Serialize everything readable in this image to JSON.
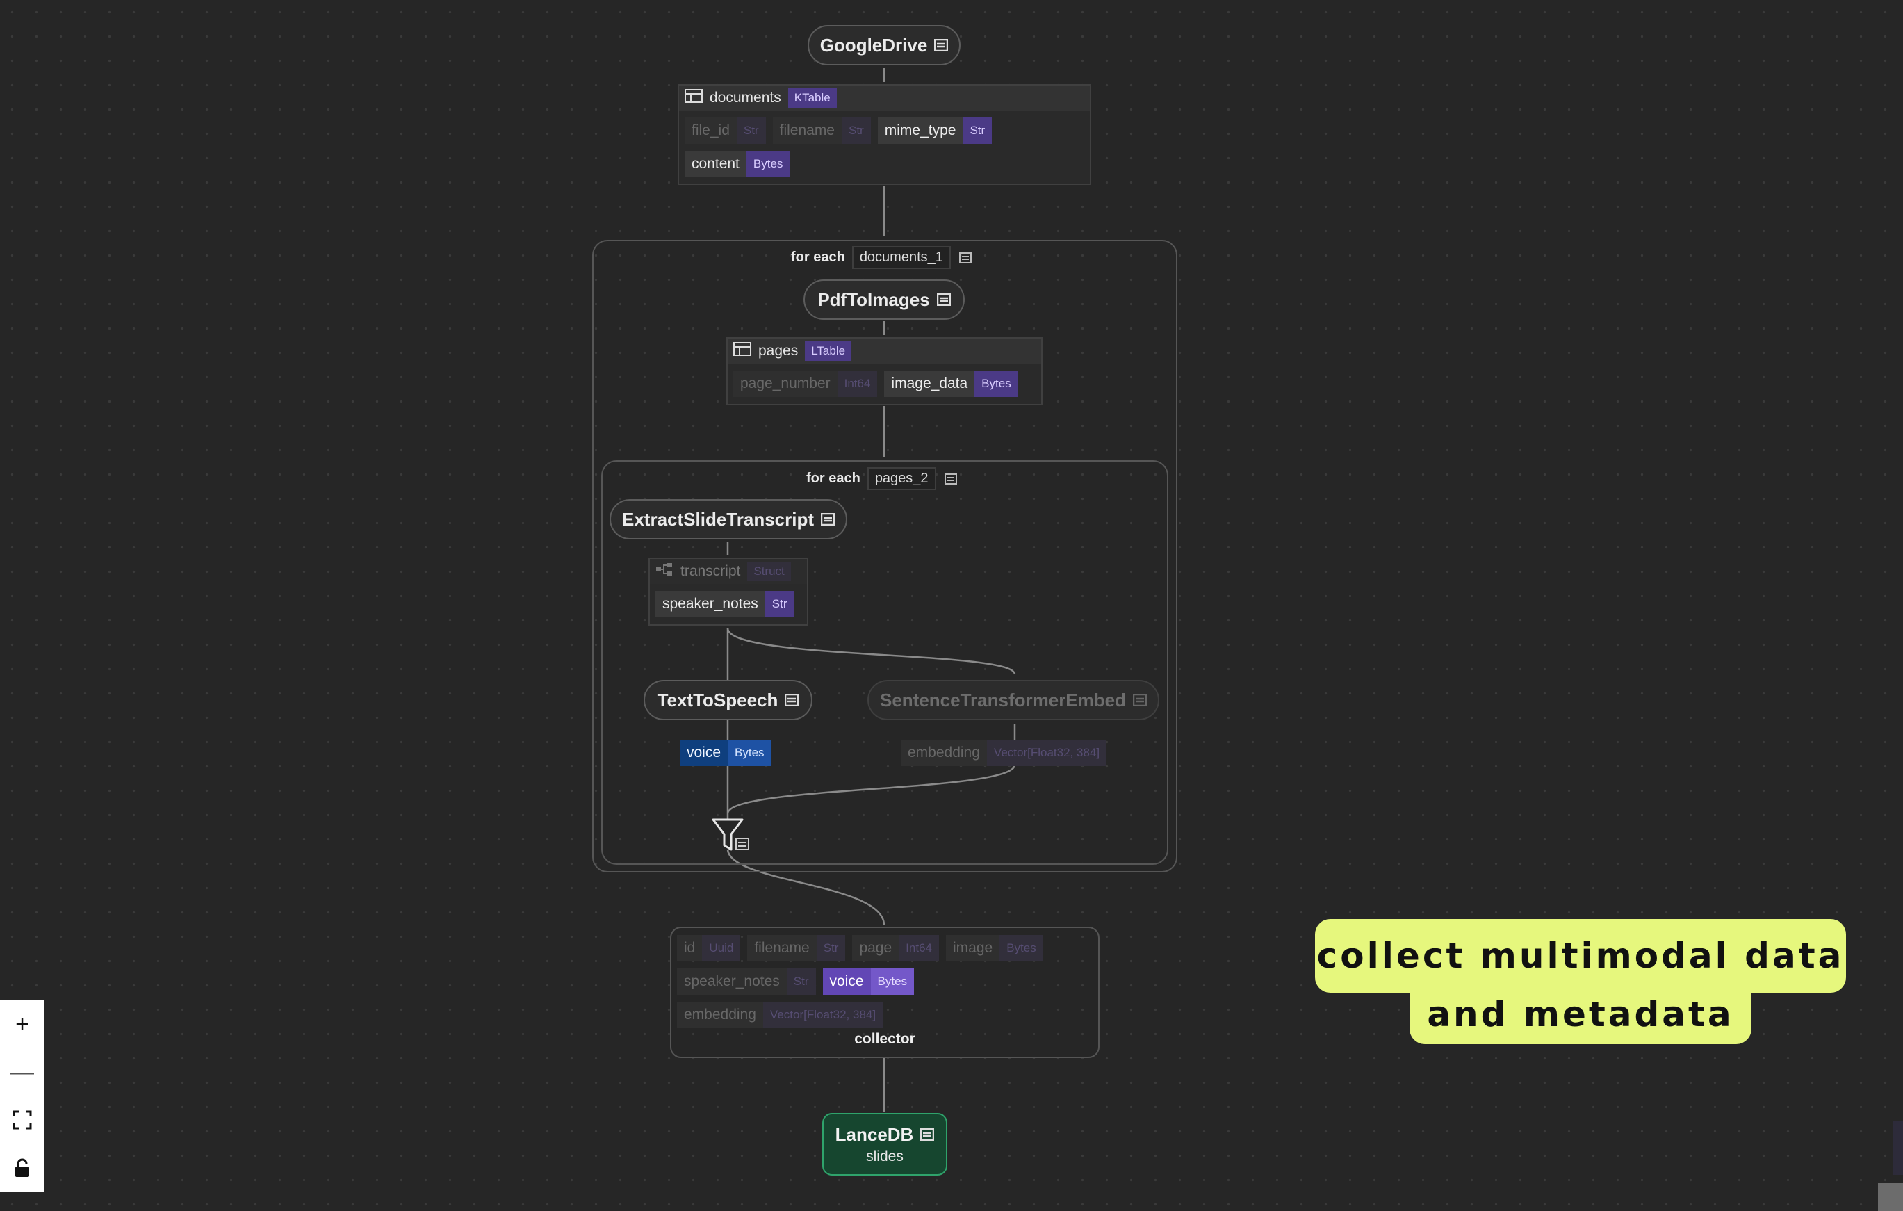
{
  "colors": {
    "canvas": "#262626",
    "accent_type": "#4b3a86",
    "selected_field": "#0f3f7e",
    "lancedb_node": "#16462f",
    "callout": "#e6f77d"
  },
  "source_node": {
    "label": "GoogleDrive",
    "icon": "doc-icon"
  },
  "documents_table": {
    "name": "documents",
    "type": "KTable",
    "fields": [
      {
        "name": "file_id",
        "type": "Str",
        "active": false
      },
      {
        "name": "filename",
        "type": "Str",
        "active": false
      },
      {
        "name": "mime_type",
        "type": "Str",
        "active": true
      },
      {
        "name": "content",
        "type": "Bytes",
        "active": true
      }
    ]
  },
  "outer_loop": {
    "keyword": "for each",
    "target": "documents_1"
  },
  "pdf_node": {
    "label": "PdfToImages"
  },
  "pages_table": {
    "name": "pages",
    "type": "LTable",
    "fields": [
      {
        "name": "page_number",
        "type": "Int64",
        "active": false
      },
      {
        "name": "image_data",
        "type": "Bytes",
        "active": true
      }
    ]
  },
  "inner_loop": {
    "keyword": "for each",
    "target": "pages_2"
  },
  "extract_node": {
    "label": "ExtractSlideTranscript"
  },
  "transcript_struct": {
    "name": "transcript",
    "type": "Struct",
    "fields": [
      {
        "name": "speaker_notes",
        "type": "Str",
        "active": true
      }
    ]
  },
  "tts_node": {
    "label": "TextToSpeech",
    "output": {
      "name": "voice",
      "type": "Bytes"
    }
  },
  "embed_node": {
    "label": "SentenceTransformerEmbed",
    "output": {
      "name": "embedding",
      "type": "Vector[Float32, 384]"
    }
  },
  "collector": {
    "label": "collector",
    "fields": [
      {
        "name": "id",
        "type": "Uuid"
      },
      {
        "name": "filename",
        "type": "Str"
      },
      {
        "name": "page",
        "type": "Int64"
      },
      {
        "name": "image",
        "type": "Bytes"
      },
      {
        "name": "speaker_notes",
        "type": "Str"
      },
      {
        "name": "voice",
        "type": "Bytes"
      },
      {
        "name": "embedding",
        "type": "Vector[Float32, 384]"
      }
    ]
  },
  "sink_node": {
    "label": "LanceDB",
    "sublabel": "slides"
  },
  "callout": {
    "line1": "collect multimodal data",
    "line2": "and metadata"
  },
  "controls": {
    "zoom_in": "+",
    "zoom_out": "—"
  }
}
